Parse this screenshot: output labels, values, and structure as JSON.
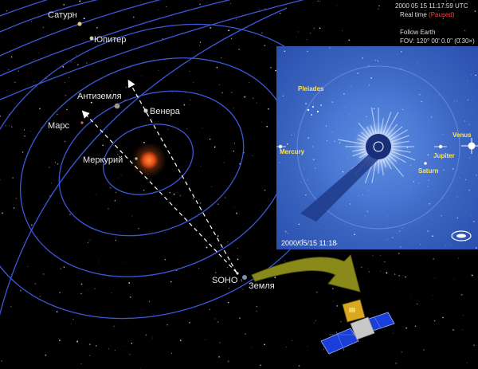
{
  "hud": {
    "datetime": "2000 05 15 11:17:59 UTC",
    "realtime_label": "Real time",
    "paused_label": "(Paused)",
    "follow_label": "Follow Earth",
    "fov_label": "FOV: 120° 00' 0.0\" (0.30×)"
  },
  "space_labels": {
    "saturn": "Сатурн",
    "jupiter": "Юпитер",
    "antiearth": "Антиземля",
    "venus": "Венера",
    "mars": "Марс",
    "mercury": "Меркурий",
    "soho": "SOHO",
    "earth": "Земля"
  },
  "inset": {
    "pleiades": "Pleiades",
    "mercury": "Mercury",
    "venus": "Venus",
    "jupiter": "Jupiter",
    "saturn": "Saturn",
    "date": "2000/05/15  11:18"
  },
  "colors": {
    "orbit": "#3c58d8",
    "sun": "#e8541a",
    "arrow": "#8a8a1a",
    "inset_label": "#ffe35a"
  }
}
